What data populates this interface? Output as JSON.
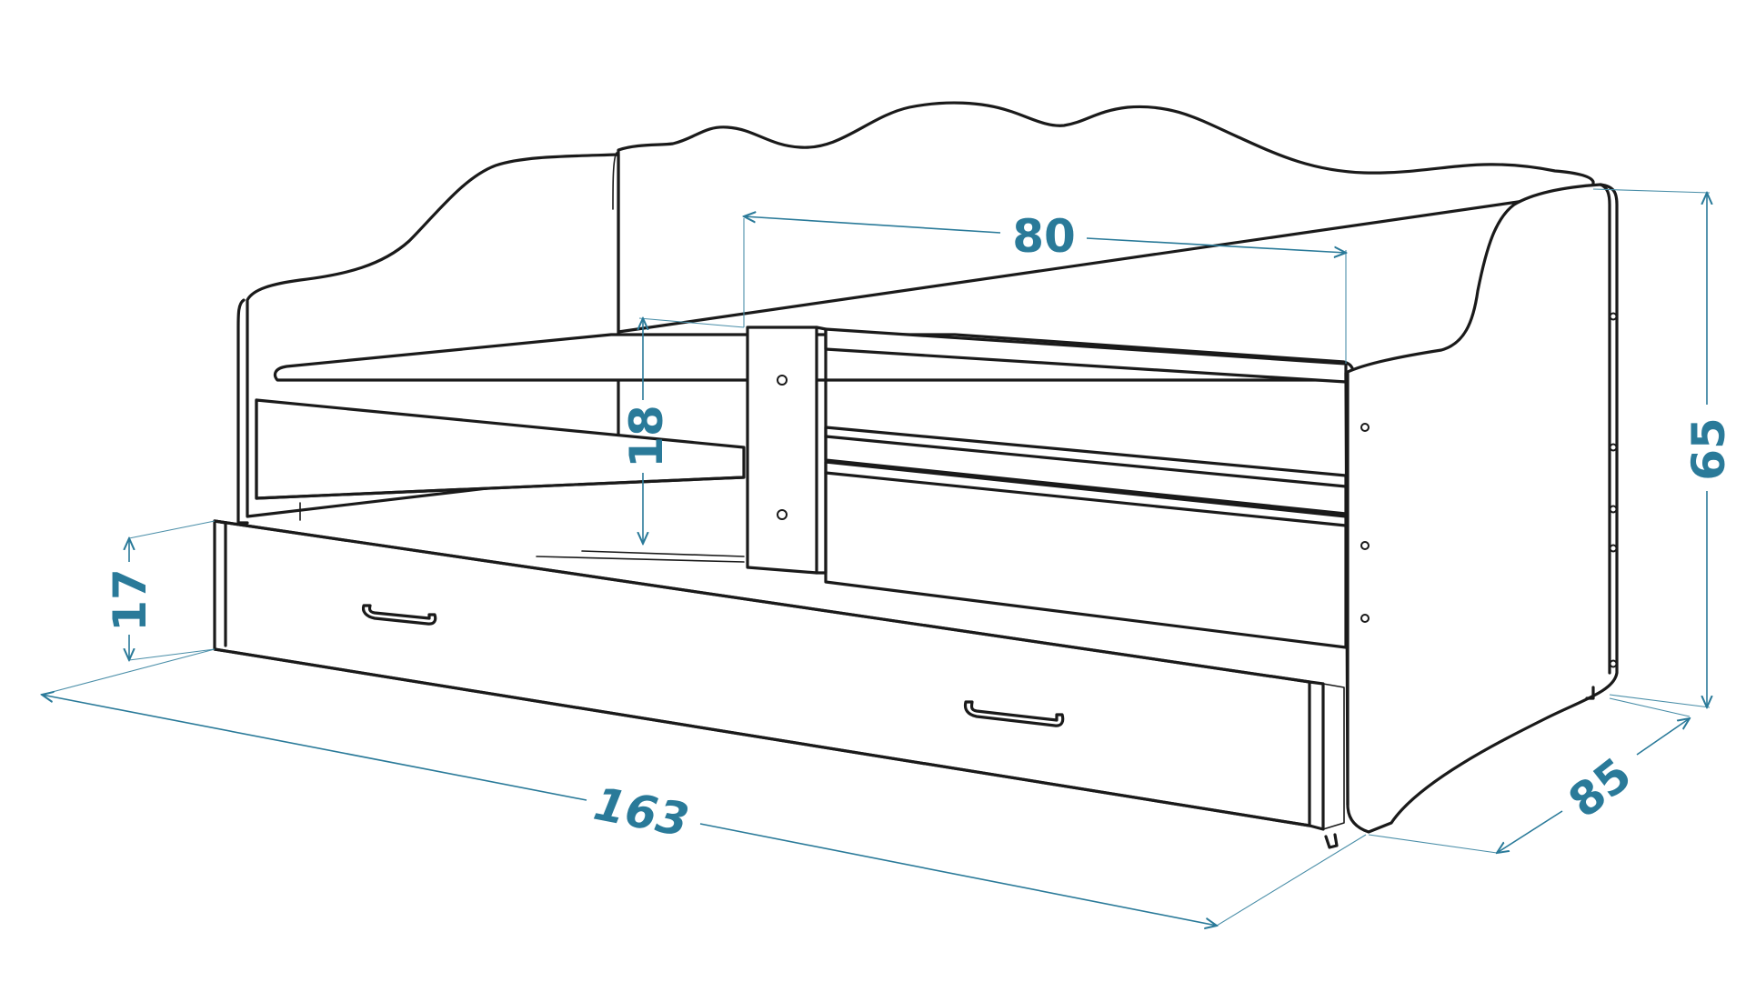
{
  "colors": {
    "dimension": "#2a7a99",
    "outline": "#1a1a1a",
    "background": "#ffffff"
  },
  "dimensions": {
    "guard_length": "80",
    "guard_height": "18",
    "drawer_height": "17",
    "total_length": "163",
    "total_width": "85",
    "total_height": "65"
  }
}
